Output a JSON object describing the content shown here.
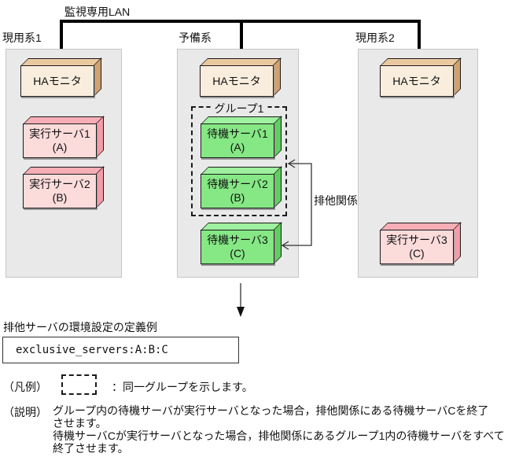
{
  "lan": {
    "label": "監視専用LAN"
  },
  "systems": [
    {
      "label": "現用系1",
      "monitor_label": "HAモニタ",
      "servers": [
        {
          "name": "実行サーバ1",
          "id": "(A)"
        },
        {
          "name": "実行サーバ2",
          "id": "(B)"
        }
      ]
    },
    {
      "label": "予備系",
      "monitor_label": "HAモニタ",
      "group": {
        "label": "グループ1"
      },
      "servers": [
        {
          "name": "待機サーバ1",
          "id": "(A)"
        },
        {
          "name": "待機サーバ2",
          "id": "(B)"
        },
        {
          "name": "待機サーバ3",
          "id": "(C)"
        }
      ]
    },
    {
      "label": "現用系2",
      "monitor_label": "HAモニタ",
      "servers": [
        {
          "name": "実行サーバ3",
          "id": "(C)"
        }
      ]
    }
  ],
  "exclusive_relation_label": "排他関係",
  "definition": {
    "heading": "排他サーバの環境設定の定義例",
    "code": "exclusive_servers:A:B:C"
  },
  "legend": {
    "label": "（凡例）",
    "description": "：同一グループを示します。"
  },
  "explanation": {
    "label": "（説明）",
    "lines": [
      "グループ内の待機サーバが実行サーバとなった場合，排他関係にある待機サーバCを終了",
      "させます。",
      "待機サーバCが実行サーバとなった場合，排他関係にあるグループ1内の待機サーバをすべて",
      "終了させます。"
    ]
  },
  "colors": {
    "panel_bg": "#e9e9e9",
    "monitor_front": "#f9eedd",
    "monitor_top": "#eac9a1",
    "monitor_side": "#d2a16f",
    "exec_front": "#fcdbdb",
    "exec_top": "#f8aeb6",
    "exec_side": "#f49ca8",
    "standby_front": "#85e885",
    "standby_top": "#9ff09f",
    "standby_side": "#5ecf5e",
    "line": "#000000"
  }
}
